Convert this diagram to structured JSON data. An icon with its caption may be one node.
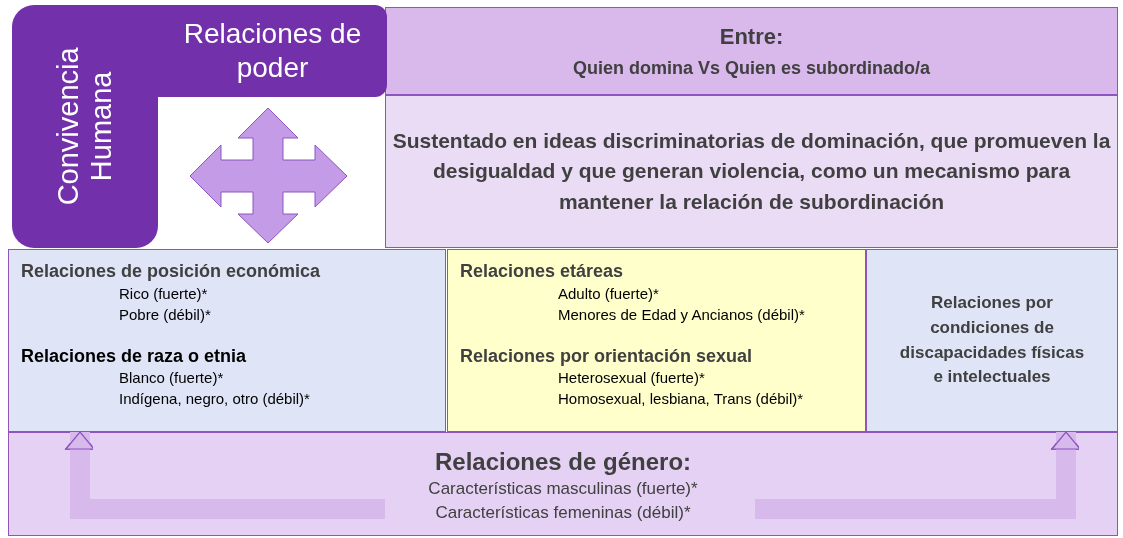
{
  "diagram": {
    "nodes": [
      {
        "text": [
          "Convivencia Humana"
        ]
      },
      {
        "text": [
          "Relaciones de poder"
        ]
      },
      {
        "text": [
          "Entre:",
          "Quien domina Vs Quien es subordinado/a"
        ]
      },
      {
        "text": [
          "Sustentado en ideas discriminatorias de dominación, que promueven la desigualdad y que generan violencia, como un mecanismo para mantener la relación de subordinación"
        ]
      },
      {
        "text": [
          "Relaciones de posición económica",
          "Rico (fuerte)*",
          "Pobre (débil)*",
          "Relaciones de raza o etnia",
          "Blanco (fuerte)*",
          "Indígena, negro, otro (débil)*"
        ]
      },
      {
        "text": [
          "Relaciones etáreas",
          "Adulto (fuerte)*",
          "Menores de Edad y Ancianos (débil)*",
          "Relaciones por orientación sexual",
          "Heterosexual (fuerte)*",
          "Homosexual, lesbiana, Trans (débil)*"
        ]
      },
      {
        "text": [
          "Relaciones por condiciones de discapacidades físicas e intelectuales"
        ]
      },
      {
        "text": [
          "Relaciones de género:",
          "Características masculinas (fuerte)*",
          "Características femeninas (débil)*"
        ]
      }
    ],
    "edges": [
      {
        "from": 7,
        "to": 4,
        "arrow": "to"
      },
      {
        "from": 7,
        "to": 6,
        "arrow": "to"
      }
    ]
  }
}
